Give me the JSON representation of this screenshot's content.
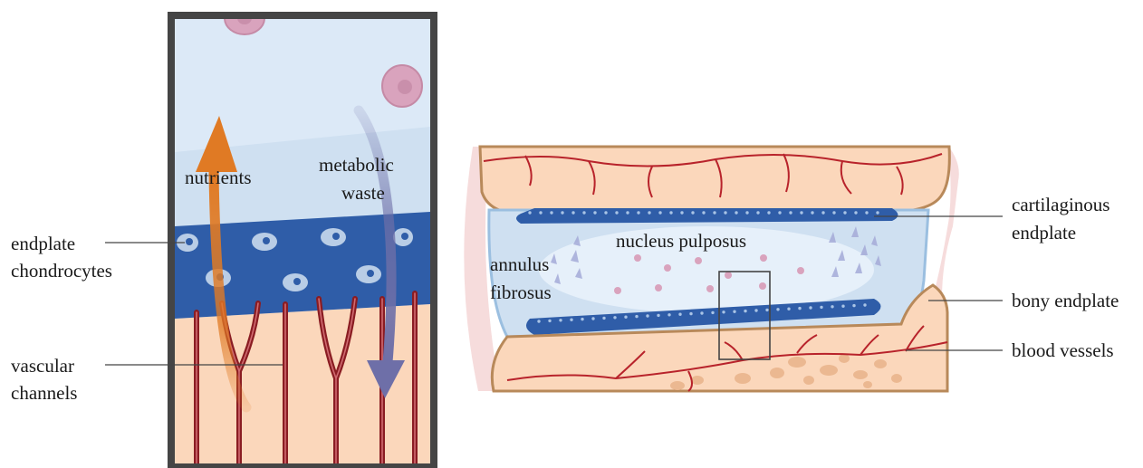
{
  "left_panel": {
    "arrow_up_label": "nutrients",
    "arrow_down_label_line1": "metabolic",
    "arrow_down_label_line2": "waste",
    "callouts": {
      "chondrocytes_line1": "endplate",
      "chondrocytes_line2": "chondrocytes",
      "vascular_line1": "vascular",
      "vascular_line2": "channels"
    }
  },
  "right_panel": {
    "nucleus_label": "nucleus pulposus",
    "annulus_line1": "annulus",
    "annulus_line2": "fibrosus",
    "callouts": {
      "cartilaginous_line1": "cartilaginous",
      "cartilaginous_line2": "endplate",
      "bony": "bony endplate",
      "vessels": "blood vessels"
    }
  },
  "colors": {
    "fluid": "#dce9f7",
    "endplate_blue": "#2f5da8",
    "bone": "#fbd7bb",
    "vessel": "#8a1c22",
    "nutrient_arrow": "#e07a24",
    "waste_arrow": "#6e6fa8",
    "cell_pink": "#d9a3bd"
  }
}
